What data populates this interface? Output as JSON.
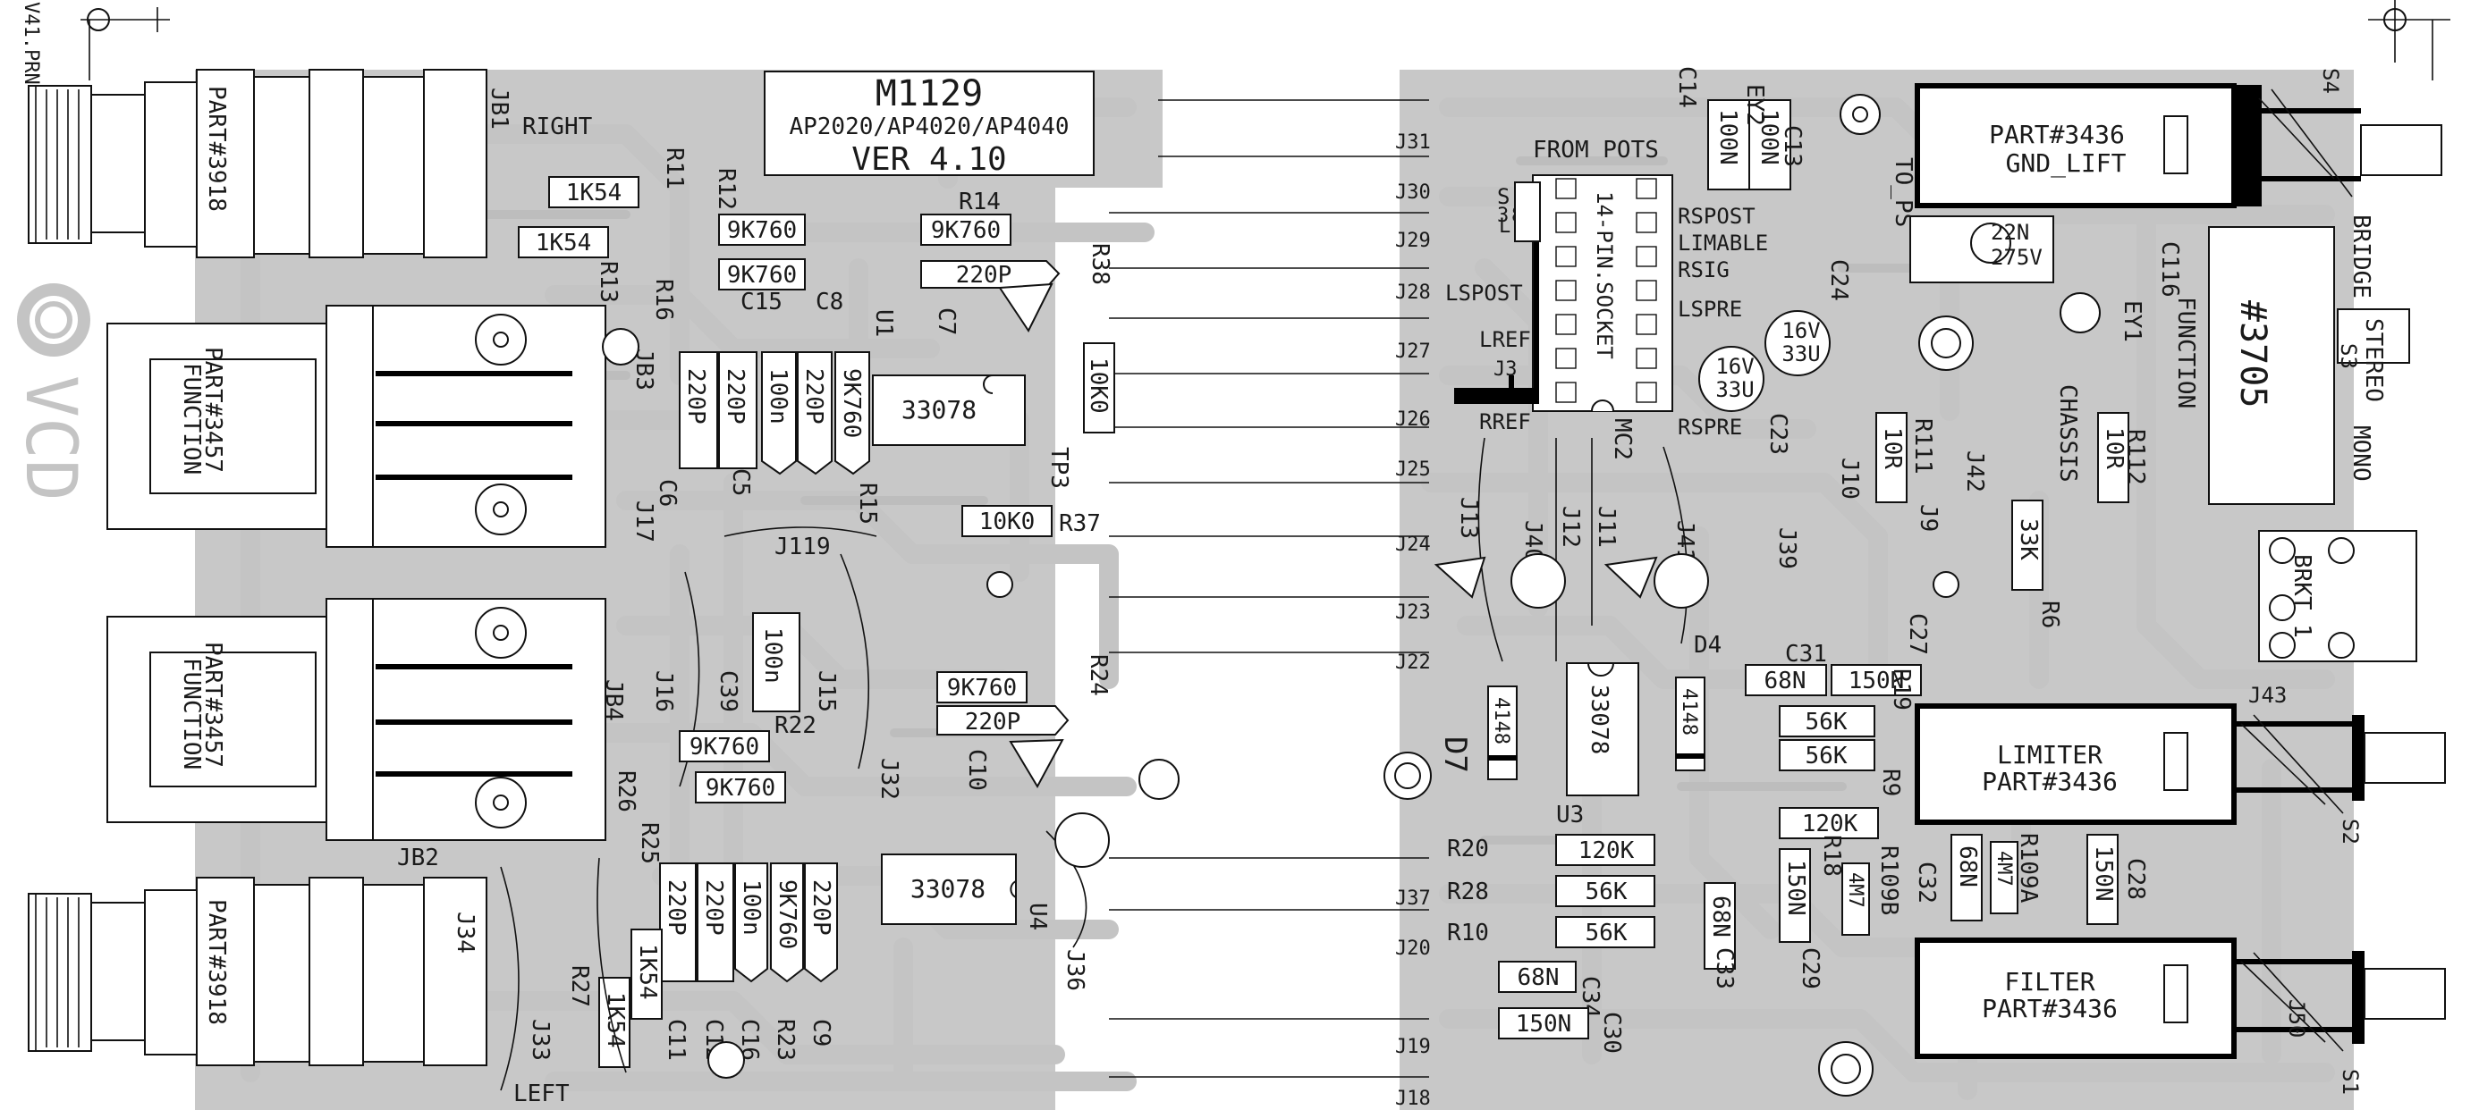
{
  "header": {
    "file": "V41.PRN",
    "model": "M1129",
    "amps": "AP2020/AP4020/AP4040",
    "version": "VER 4.10",
    "watermark": "VCD",
    "from_pots": "FROM POTS"
  },
  "parts": {
    "p3918": "PART#3918",
    "p3457": "PART#3457",
    "function": "FUNCTION",
    "p3436": "PART#3436",
    "gnd_lift": "GND_LIFT",
    "limiter": "LIMITER",
    "filter": "FILTER",
    "p3705": "#3705",
    "bridge": "BRIDGE",
    "stereo": "STEREO",
    "mono": "MONO",
    "brkt": "BRKT 1",
    "chassis": "CHASSIS",
    "to_ps": "TO_PS",
    "socket": "14-PIN.SOCKET",
    "ic": "33078",
    "right": "RIGHT",
    "left": "LEFT"
  },
  "values": {
    "r1k54": "1K54",
    "r9k760": "9K760",
    "r10k0": "10K0",
    "r56k": "56K",
    "r120k": "120K",
    "r33k": "33K",
    "r10r": "10R",
    "r4m7": "4M7",
    "c220p": "220P",
    "c100n": "100n",
    "c100N": "100N",
    "c68n": "68N",
    "c150n": "150N",
    "c150N": "150N",
    "c22n": "22N",
    "v275": "275V",
    "v16": "16V",
    "c33u": "33U",
    "d4148": "4148"
  },
  "pots": {
    "rspost": "RSPOST",
    "limable": "LIMABLE",
    "rsig": "RSIG",
    "lspre": "LSPRE",
    "rspre": "RSPRE",
    "lspost": "LSPOST",
    "lref": "LREF",
    "rref": "RREF",
    "s": "S",
    "p3": "3",
    "p8": "8",
    "l": "L",
    "j3": "J3"
  },
  "refs": {
    "R11": "R11",
    "R12": "R12",
    "R13": "R13",
    "R14": "R14",
    "R15": "R15",
    "R16": "R16",
    "R18": "R18",
    "R19": "R19",
    "R20": "R20",
    "R22": "R22",
    "R23": "R23",
    "R24": "R24",
    "R25": "R25",
    "R26": "R26",
    "R27": "R27",
    "R28": "R28",
    "R9": "R9",
    "R10": "R10",
    "R37": "R37",
    "R38": "R38",
    "R6": "R6",
    "R111": "R111",
    "R112": "R112",
    "R109A": "R109A",
    "R109B": "R109B",
    "C5": "C5",
    "C6": "C6",
    "C7": "C7",
    "C8": "C8",
    "C9": "C9",
    "C10": "C10",
    "C11": "C11",
    "C12": "C12",
    "C13": "C13",
    "C14": "C14",
    "C15": "C15",
    "C16": "C16",
    "C23": "C23",
    "C24": "C24",
    "C27": "C27",
    "C28": "C28",
    "C29": "C29",
    "C30": "C30",
    "C31": "C31",
    "C32": "C32",
    "C33": "C33",
    "C34": "C34",
    "C39": "C39",
    "C116": "C116",
    "U1": "U1",
    "U3": "U3",
    "U4": "U4",
    "MC2": "MC2",
    "D4": "D4",
    "D7": "D7",
    "TP3": "TP3",
    "EY1": "EY1",
    "EY2": "EY2",
    "JB1": "JB1",
    "JB2": "JB2",
    "JB3": "JB3",
    "JB4": "JB4",
    "J9": "J9",
    "J10": "J10",
    "J11": "J11",
    "J12": "J12",
    "J13": "J13",
    "J15": "J15",
    "J16": "J16",
    "J17": "J17",
    "J18": "J18",
    "J19": "J19",
    "J20": "J20",
    "J22": "J22",
    "J23": "J23",
    "J24": "J24",
    "J25": "J25",
    "J26": "J26",
    "J27": "J27",
    "J28": "J28",
    "J29": "J29",
    "J30": "J30",
    "J31": "J31",
    "J32": "J32",
    "J33": "J33",
    "J34": "J34",
    "J36": "J36",
    "J37": "J37",
    "J39": "J39",
    "J40": "J40",
    "J41": "J41",
    "J42": "J42",
    "J43": "J43",
    "J50": "J50",
    "J119": "J119",
    "S1": "S1",
    "S2": "S2",
    "S3": "S3",
    "S4": "S4"
  }
}
